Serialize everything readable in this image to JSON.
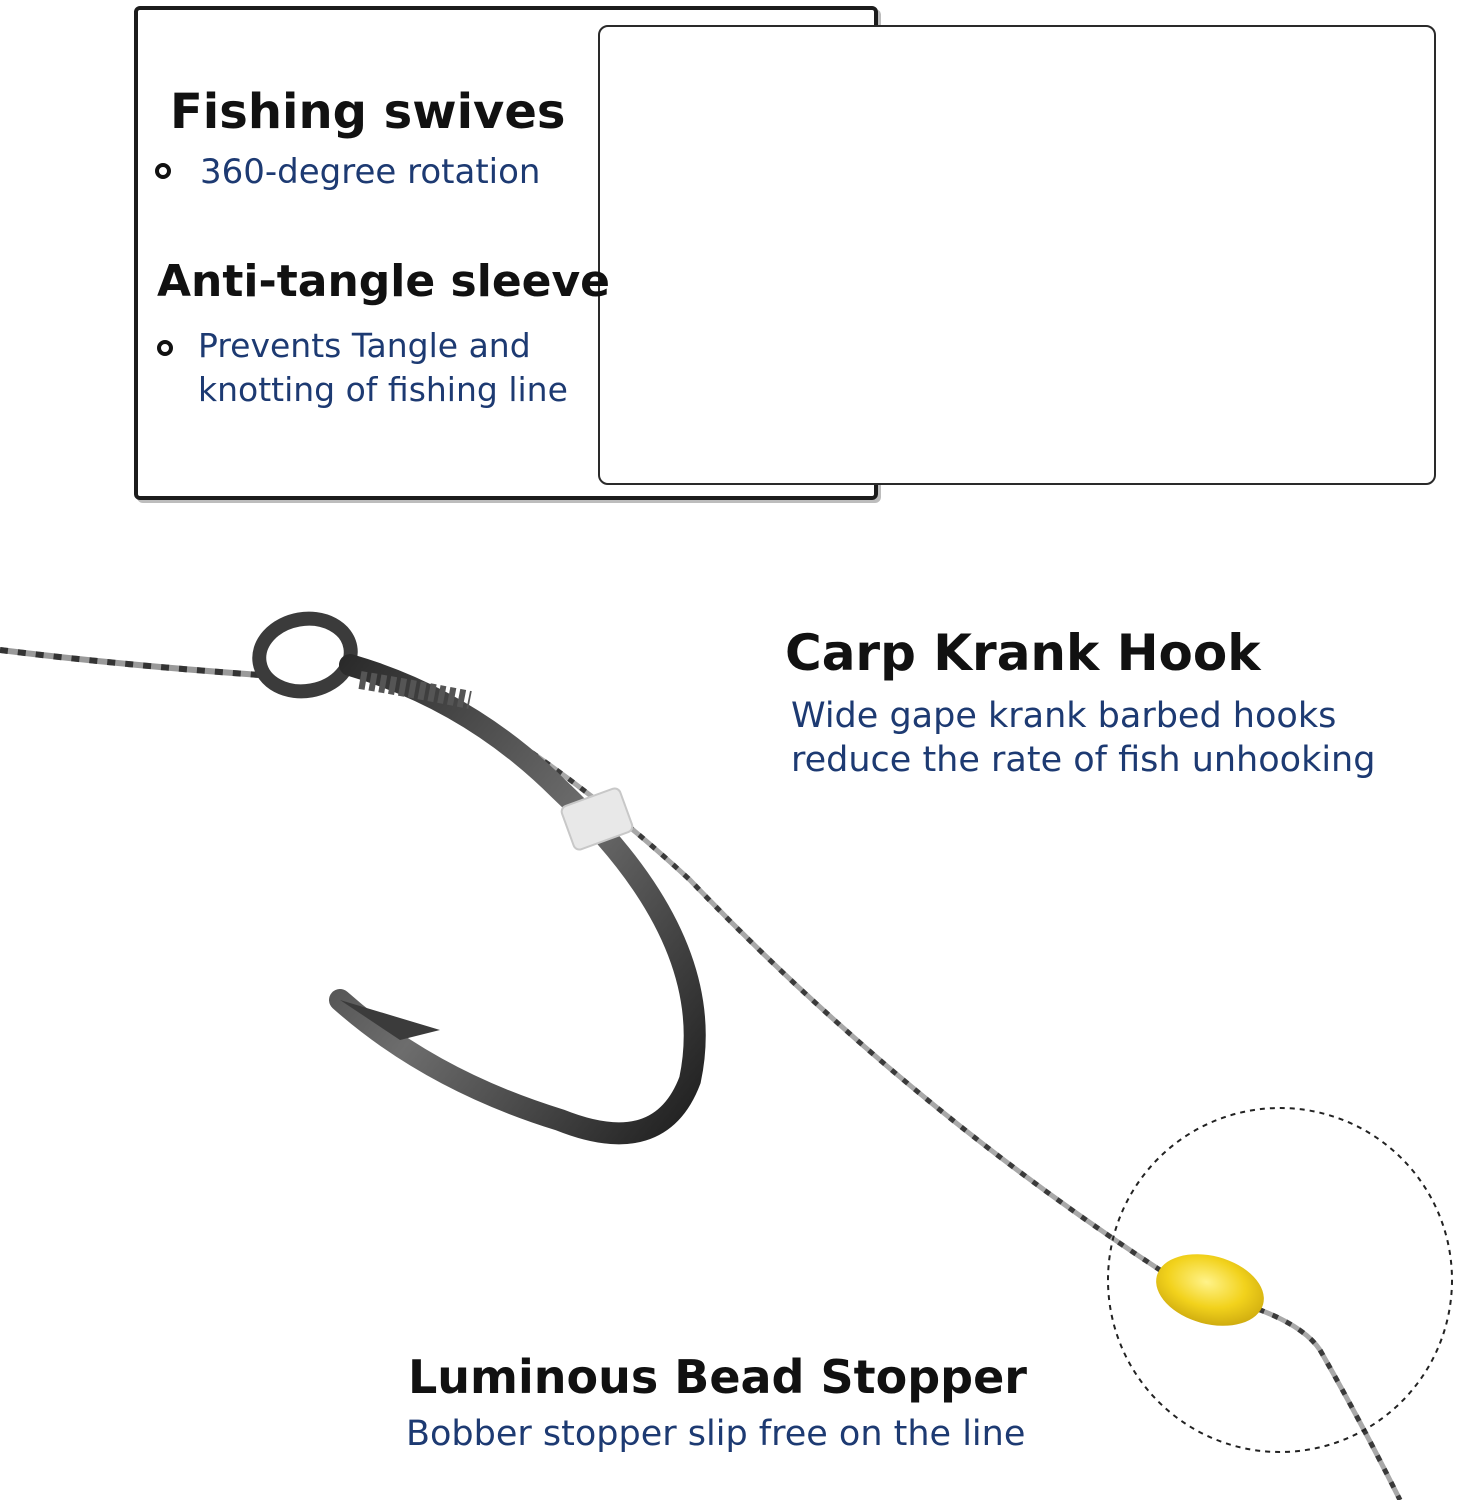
{
  "swivel": {
    "title": "Fishing swives",
    "bullet": "360-degree rotation"
  },
  "sleeve": {
    "title": "Anti-tangle sleeve",
    "bullet_line1": "Prevents Tangle and",
    "bullet_line2": "knotting of fishing line"
  },
  "hook": {
    "title": "Carp Krank Hook",
    "desc_line1": "Wide gape krank barbed hooks",
    "desc_line2": "reduce the rate of fish unhooking"
  },
  "bead": {
    "title": "Luminous Bead Stopper",
    "desc": "Bobber stopper slip free on the line"
  },
  "colors": {
    "heading": "#111111",
    "description": "#1d3a72",
    "arrow": "#e02020",
    "bead": "#f2d21c",
    "sleeve": "#a8a29a"
  }
}
